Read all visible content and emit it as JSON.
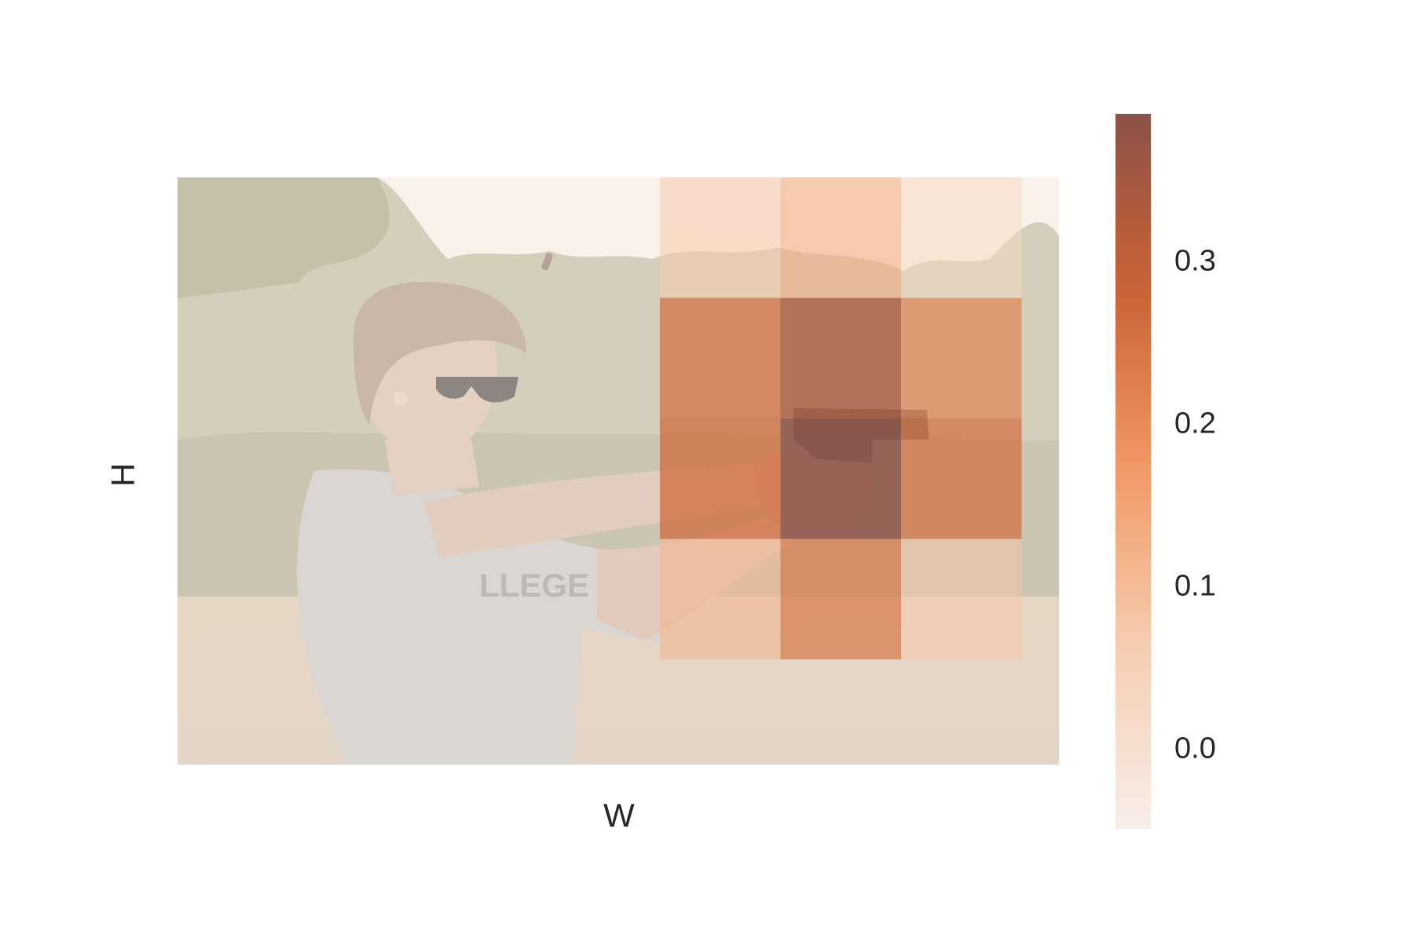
{
  "chart_data": {
    "type": "heatmap",
    "title": "",
    "xlabel": "W",
    "ylabel": "H",
    "grid": false,
    "background": "photo of a person firing a handgun outdoors, overlaid with the heatmap",
    "n_rows": 5,
    "n_cols": 7,
    "values": [
      [
        0.0,
        0.0,
        0.0,
        0.0,
        0.07,
        0.13,
        0.03
      ],
      [
        0.0,
        0.0,
        0.0,
        0.0,
        0.26,
        0.34,
        0.22
      ],
      [
        0.0,
        0.0,
        0.0,
        0.0,
        0.27,
        0.39,
        0.26
      ],
      [
        0.0,
        0.0,
        0.0,
        0.0,
        0.11,
        0.24,
        0.08
      ],
      [
        0.0,
        0.0,
        0.0,
        0.0,
        0.0,
        0.0,
        0.0
      ]
    ],
    "colorbar": {
      "vmin": -0.05,
      "vmax": 0.39,
      "ticks": [
        0.0,
        0.1,
        0.2,
        0.3
      ],
      "tick_labels": [
        "0.0",
        "0.1",
        "0.2",
        "0.3"
      ],
      "colors": [
        "#f7eee9",
        "#f6ceb2",
        "#f19a66",
        "#cc6335",
        "#8c5246"
      ]
    }
  }
}
